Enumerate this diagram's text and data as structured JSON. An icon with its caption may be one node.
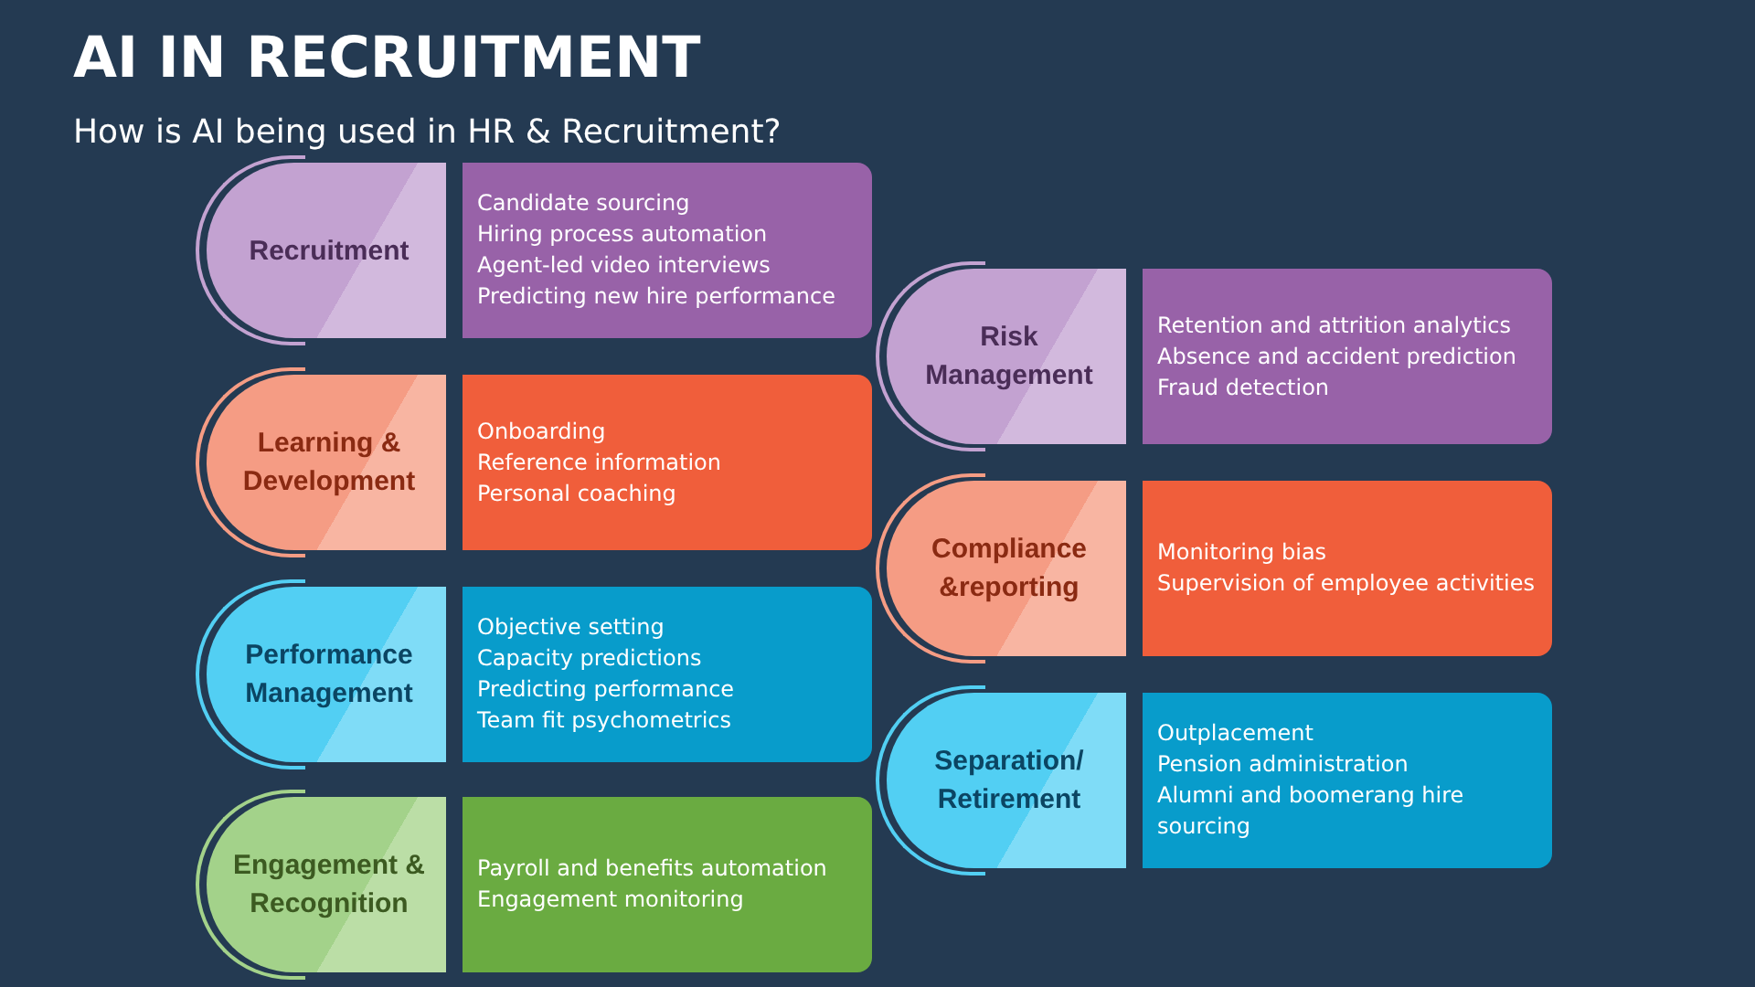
{
  "diagram": {
    "title": "AI IN RECRUITMENT",
    "caption": "How is AI being used in HR & Recruitment?",
    "nodes": [
      {
        "text": [
          "Recruitment"
        ]
      },
      {
        "text": [
          "Candidate sourcing",
          "Hiring process automation",
          "Agent-led video interviews",
          "Predicting new hire performance"
        ]
      },
      {
        "text": [
          "Risk Management"
        ]
      },
      {
        "text": [
          "Retention and attrition analytics Absence and accident prediction Fraud detection"
        ]
      },
      {
        "text": [
          "Learning & Development"
        ]
      },
      {
        "text": [
          "Onboarding",
          "Reference information",
          "Personal coaching"
        ]
      },
      {
        "text": [
          "Compliance &reporting"
        ]
      },
      {
        "text": [
          "Monitoring bias",
          "Supervision of employee activities"
        ]
      },
      {
        "text": [
          "Performance Management"
        ]
      },
      {
        "text": [
          "Objective setting",
          "Capacity predictions",
          "Predicting performance",
          "Team fit psychometrics"
        ]
      },
      {
        "text": [
          "Separation/ Retirement"
        ]
      },
      {
        "text": [
          "Outplacement",
          "Pension administration",
          "Alumni and boomerang hire sourcing"
        ]
      },
      {
        "text": [
          "Engagement & Recognition"
        ]
      },
      {
        "text": [
          "Payroll and benefits automation",
          "Engagement monitoring"
        ]
      }
    ],
    "edges": []
  }
}
